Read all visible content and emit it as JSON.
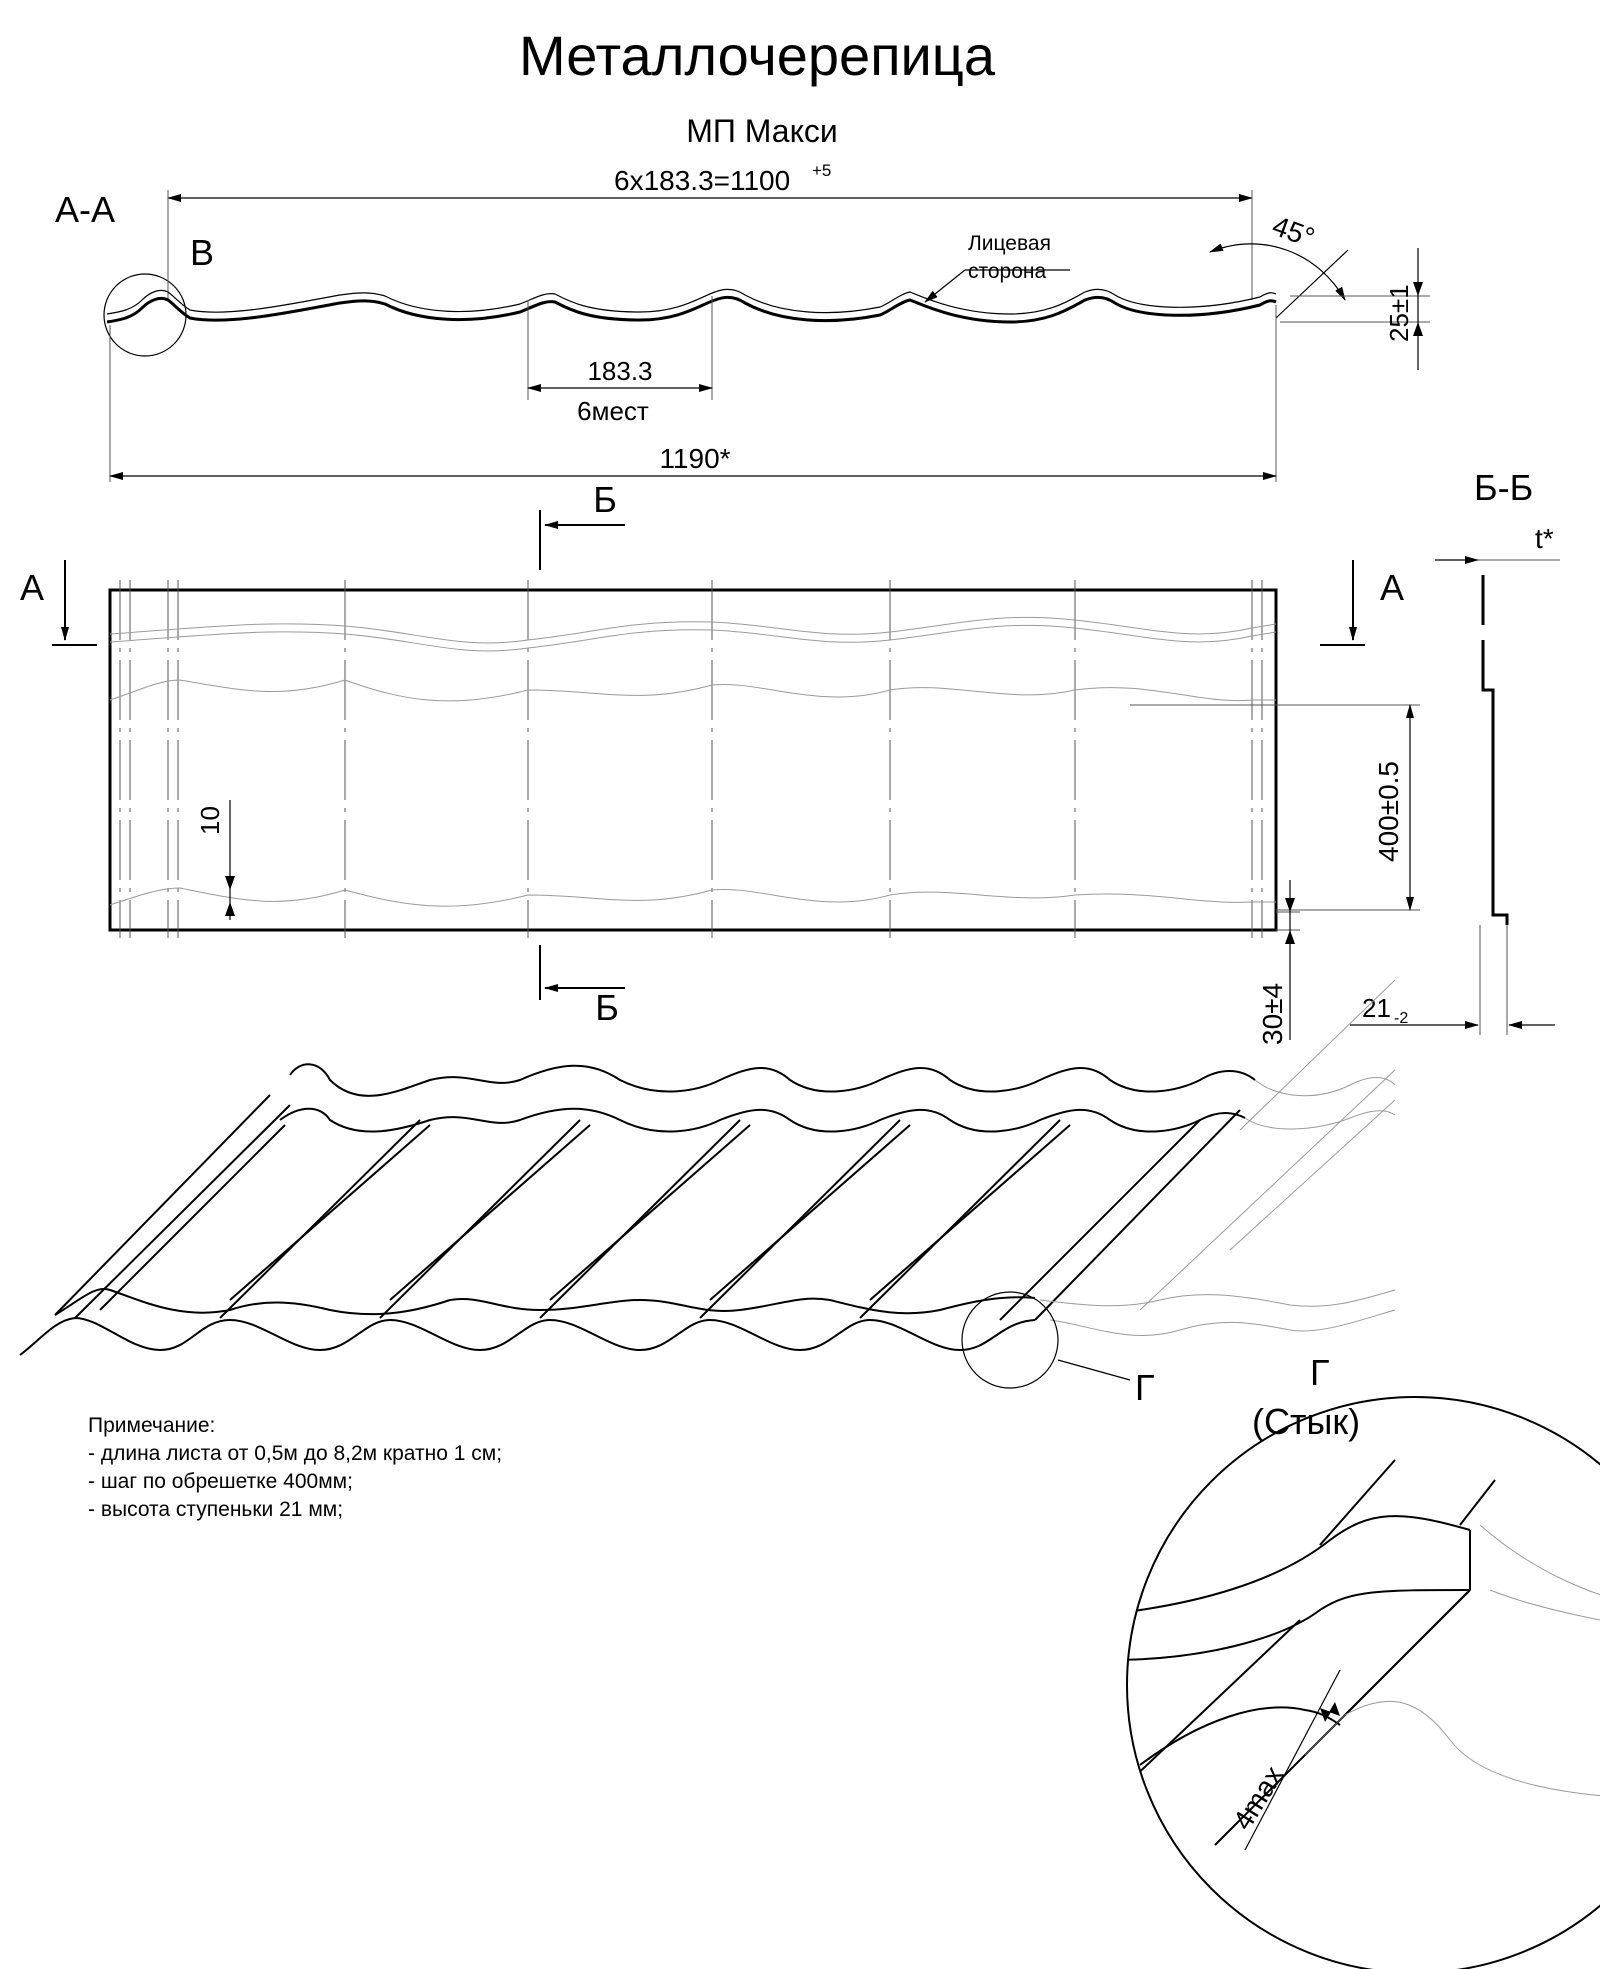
{
  "title": "Металлочерепица",
  "subtitle": "МП Макси",
  "section_aa": {
    "label": "А-А",
    "callout_v": "В",
    "dim_top": "6x183.3=1100",
    "dim_top_sup": "+5",
    "face_side_line1": "Лицевая",
    "face_side_line2": "сторона",
    "angle": "45°",
    "height_dim": "25±1",
    "pitch_dim": "183.3",
    "pitch_count": "6мест",
    "total_width": "1190*"
  },
  "plan": {
    "cut_label": "Б",
    "view_label_a": "А",
    "dim_10": "10",
    "dim_400": "400±0.5",
    "dim_30": "30±4"
  },
  "section_bb": {
    "label": "Б-Б",
    "thickness": "t*",
    "step_dim": "21",
    "step_sub": "-2"
  },
  "detail": {
    "callout_g": "Г",
    "label_g": "Г",
    "label_joint": "(Стык)",
    "gap_dim": "4max"
  },
  "notes": {
    "header": "Примечание:",
    "items": [
      "- длина листа от 0,5м до 8,2м кратно 1 см;",
      "- шаг по обрешетке 400мм;",
      "- высота ступеньки 21 мм;"
    ]
  }
}
